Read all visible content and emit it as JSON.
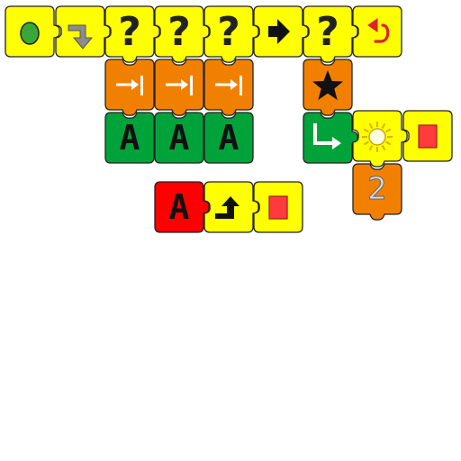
{
  "palette": {
    "yellow": "#ffff00",
    "orange": "#f28000",
    "green": "#00a33a",
    "red": "#ff0000",
    "outline": "#222222"
  },
  "program": {
    "main_row": [
      {
        "kind": "start",
        "icon": "green-circle-icon",
        "color": "#ffff00"
      },
      {
        "kind": "action",
        "icon": "turn-down-arrow-icon",
        "color": "#ffff00"
      },
      {
        "kind": "condition",
        "text": "?",
        "icon": "question-mark-icon",
        "color": "#ffff00"
      },
      {
        "kind": "condition",
        "text": "?",
        "icon": "question-mark-icon",
        "color": "#ffff00"
      },
      {
        "kind": "condition",
        "text": "?",
        "icon": "question-mark-icon",
        "color": "#ffff00"
      },
      {
        "kind": "action",
        "icon": "forward-arrow-icon",
        "color": "#ffff00"
      },
      {
        "kind": "condition",
        "text": "?",
        "icon": "question-mark-icon",
        "color": "#ffff00"
      },
      {
        "kind": "action",
        "icon": "undo-arrow-icon",
        "color": "#ffff00"
      }
    ],
    "sensor_row": [
      {
        "kind": "sensor",
        "icon": "arrow-to-wall-icon",
        "color": "#f28000"
      },
      {
        "kind": "sensor",
        "icon": "arrow-to-wall-icon",
        "color": "#f28000"
      },
      {
        "kind": "sensor",
        "icon": "arrow-to-wall-icon",
        "color": "#f28000"
      },
      {
        "kind": "sensor",
        "icon": "star-icon",
        "color": "#f28000"
      }
    ],
    "procedure_row": [
      {
        "kind": "procedure-call",
        "text": "A",
        "color": "#00a33a"
      },
      {
        "kind": "procedure-call",
        "text": "A",
        "color": "#00a33a"
      },
      {
        "kind": "procedure-call",
        "text": "A",
        "color": "#00a33a"
      },
      {
        "kind": "branch",
        "icon": "branch-right-arrow-icon",
        "color": "#00a33a"
      }
    ],
    "branch_row": [
      {
        "kind": "action",
        "icon": "sun-icon",
        "color": "#ffff00"
      },
      {
        "kind": "action",
        "icon": "red-square-icon",
        "color": "#ffff00"
      }
    ],
    "count_block": {
      "kind": "count",
      "text": "2",
      "color": "#f28000"
    },
    "procedure_def": [
      {
        "kind": "procedure-header",
        "text": "A",
        "color": "#ff0000"
      },
      {
        "kind": "action",
        "icon": "turn-up-arrow-icon",
        "color": "#ffff00"
      },
      {
        "kind": "action",
        "icon": "red-square-icon",
        "color": "#ffff00"
      }
    ]
  }
}
